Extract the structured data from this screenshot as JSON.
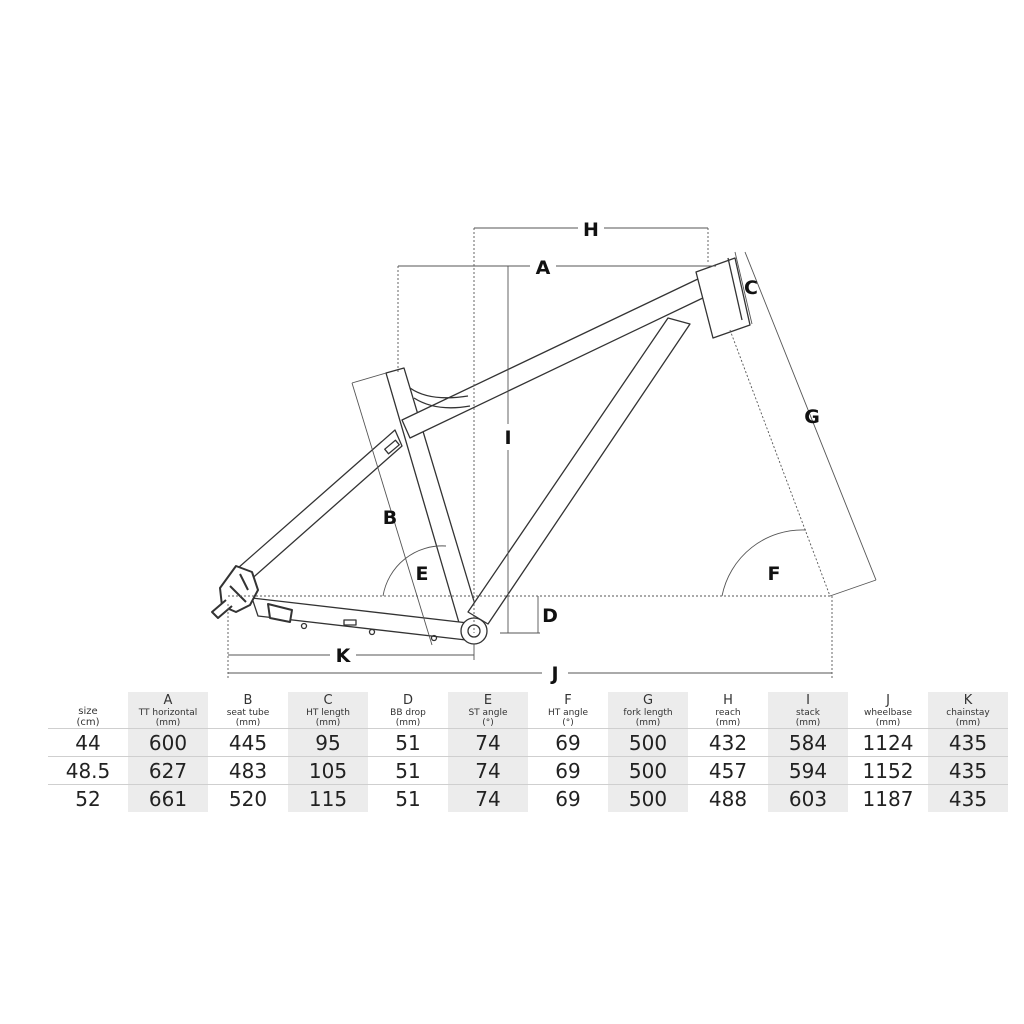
{
  "dimension_labels": {
    "A": "A",
    "B": "B",
    "C": "C",
    "D": "D",
    "E": "E",
    "F": "F",
    "G": "G",
    "H": "H",
    "I": "I",
    "J": "J",
    "K": "K"
  },
  "table": {
    "headers": [
      {
        "letter": "",
        "name": "size",
        "unit": "(cm)"
      },
      {
        "letter": "A",
        "name": "TT horizontal",
        "unit": "(mm)"
      },
      {
        "letter": "B",
        "name": "seat tube",
        "unit": "(mm)"
      },
      {
        "letter": "C",
        "name": "HT length",
        "unit": "(mm)"
      },
      {
        "letter": "D",
        "name": "BB drop",
        "unit": "(mm)"
      },
      {
        "letter": "E",
        "name": "ST angle",
        "unit": "(°)"
      },
      {
        "letter": "F",
        "name": "HT angle",
        "unit": "(°)"
      },
      {
        "letter": "G",
        "name": "fork length",
        "unit": "(mm)"
      },
      {
        "letter": "H",
        "name": "reach",
        "unit": "(mm)"
      },
      {
        "letter": "I",
        "name": "stack",
        "unit": "(mm)"
      },
      {
        "letter": "J",
        "name": "wheelbase",
        "unit": "(mm)"
      },
      {
        "letter": "K",
        "name": "chainstay",
        "unit": "(mm)"
      }
    ],
    "rows": [
      [
        "44",
        "600",
        "445",
        "95",
        "51",
        "74",
        "69",
        "500",
        "432",
        "584",
        "1124",
        "435"
      ],
      [
        "48.5",
        "627",
        "483",
        "105",
        "51",
        "74",
        "69",
        "500",
        "457",
        "594",
        "1152",
        "435"
      ],
      [
        "52",
        "661",
        "520",
        "115",
        "51",
        "74",
        "69",
        "500",
        "488",
        "603",
        "1187",
        "435"
      ]
    ],
    "shaded_columns": [
      1,
      3,
      5,
      7,
      9,
      11
    ],
    "shade_color": "#ececec"
  },
  "colors": {
    "line": "#333333",
    "dim": "#555555"
  }
}
